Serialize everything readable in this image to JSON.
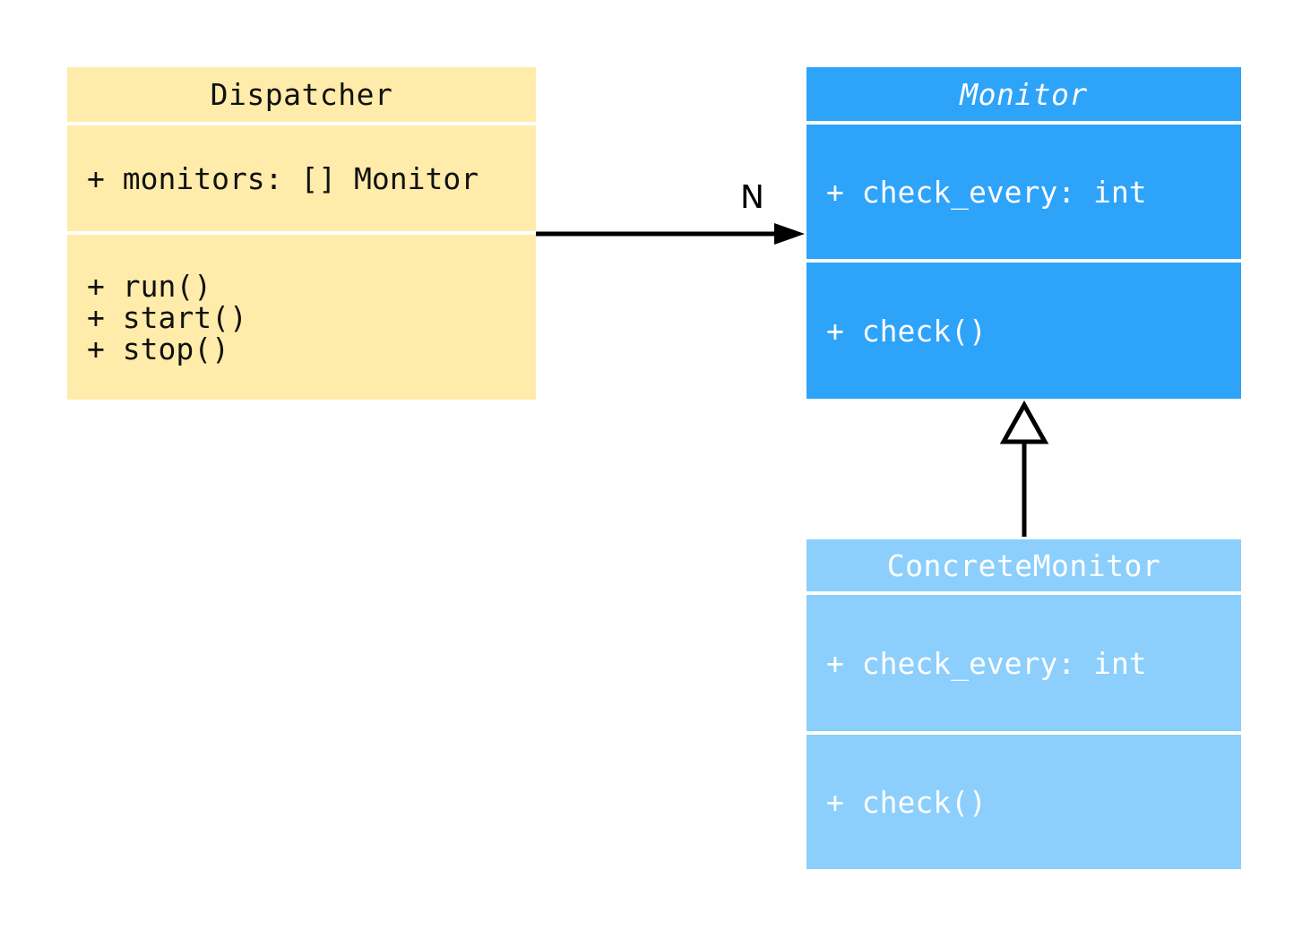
{
  "diagram": {
    "type": "uml-class-diagram",
    "background_color": "#ffffff",
    "classes": [
      {
        "name": "Dispatcher",
        "fill": "#FFECAA",
        "text_color": "#111111",
        "name_style": "normal",
        "attributes": [
          "+ monitors: [] Monitor"
        ],
        "methods": [
          "+ run()",
          "+ start()",
          "+ stop()"
        ]
      },
      {
        "name": "Monitor",
        "fill": "#2DA3FA",
        "text_color": "#ffffff",
        "name_style": "italic",
        "attributes": [
          "+ check_every: int"
        ],
        "methods": [
          "+ check()"
        ]
      },
      {
        "name": "ConcreteMonitor",
        "fill": "#8CCFFC",
        "text_color": "#ffffff",
        "name_style": "normal",
        "attributes": [
          "+ check_every: int"
        ],
        "methods": [
          "+ check()"
        ]
      }
    ],
    "relations": [
      {
        "type": "association",
        "from": "Dispatcher",
        "to": "Monitor",
        "label": "N",
        "arrowhead": "filled-triangle",
        "color": "#000000"
      },
      {
        "type": "generalization",
        "from": "ConcreteMonitor",
        "to": "Monitor",
        "label": "",
        "arrowhead": "hollow-triangle",
        "color": "#000000"
      }
    ]
  }
}
